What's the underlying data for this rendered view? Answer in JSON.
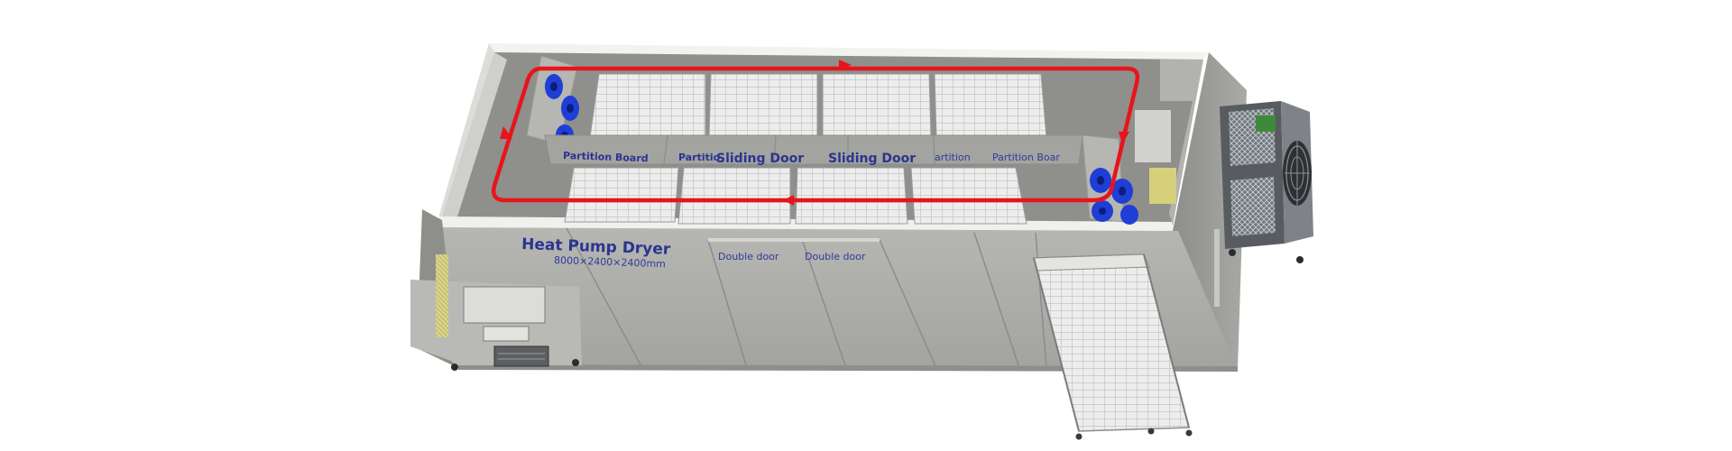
{
  "labels": {
    "title": "Heat Pump Dryer",
    "dimensions": "8000×2400×2400mm",
    "partition_left": "Partition Board",
    "partition_mid": "Partitio",
    "sliding_door_1": "Sliding Door",
    "sliding_door_2": "Sliding Door",
    "partition_right_a": "artition",
    "partition_right_b": "Partition Boar",
    "double_door_1": "Double door",
    "double_door_2": "Double door"
  },
  "colors": {
    "airflow": "#e8141b",
    "label": "#2a3590",
    "fan": "#1f3ed6",
    "wall": "#a6a6a3",
    "floor": "#8f8f8c",
    "rim": "#e9e9e6"
  },
  "icons": {
    "fan": "axial-fan-icon",
    "arrow": "airflow-arrow-icon",
    "cart": "tray-cart-icon",
    "heat_pump": "heat-pump-unit-icon"
  }
}
